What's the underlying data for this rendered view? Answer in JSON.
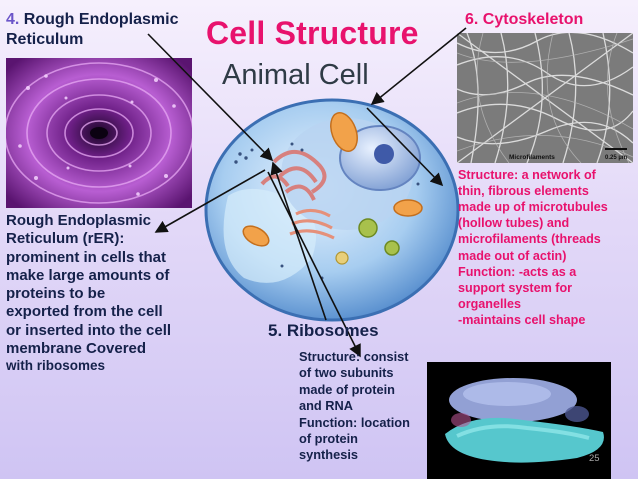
{
  "slide": {
    "title": "Cell Structure",
    "subtitle": "Animal Cell",
    "slide_number": "25"
  },
  "rough_er": {
    "number": "4.",
    "heading_line1": "Rough Endoplasmic",
    "heading_line2": "Reticulum",
    "desc_lines": [
      "Rough Endoplasmic",
      "Reticulum (rER):",
      "prominent in cells that",
      "make large amounts of",
      "proteins to be",
      "exported from the cell",
      "or inserted into the cell",
      "membrane Covered"
    ],
    "desc_last": "with ribosomes"
  },
  "cytoskeleton": {
    "heading": "6. Cytoskeleton",
    "micrograph_label": "Microfilaments",
    "scale_label": "0.25 µm",
    "desc_lines": [
      "Structure: a network of",
      "thin, fibrous elements",
      "made up of microtubules",
      "(hollow tubes) and",
      "microfilaments (threads",
      "made out of actin)",
      "Function: -acts as a",
      "support system for",
      "organelles",
      "-maintains cell shape"
    ]
  },
  "ribosomes": {
    "heading": "5. Ribosomes",
    "desc_lines": [
      "Structure: consist",
      "of two subunits",
      "made of protein",
      "and RNA",
      "Function: location",
      "of protein",
      "synthesis"
    ]
  },
  "colors": {
    "title_pink": "#e8126d",
    "dark_text": "#15214a",
    "purple_number": "#6b55c9"
  }
}
